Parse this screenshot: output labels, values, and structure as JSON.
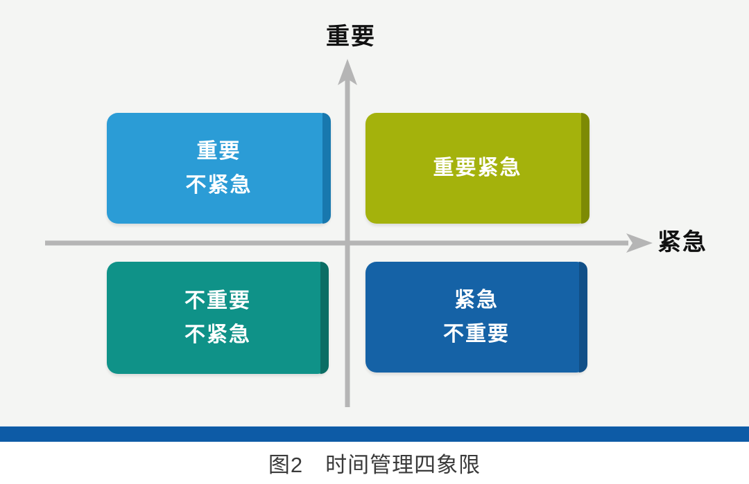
{
  "diagram": {
    "background_color": "#f4f5f3",
    "axes": {
      "vertical_label": "重要",
      "horizontal_label": "紧急",
      "line_color": "#b5b5b5"
    },
    "quadrants": {
      "top_left": {
        "label": "重要\n不紧急",
        "color": "#2b9cd6",
        "edge_color": "#1878ae"
      },
      "top_right": {
        "label": "重要紧急",
        "color": "#a4b20c",
        "edge_color": "#7d8a04"
      },
      "bottom_left": {
        "label": "不重要\n不紧急",
        "color": "#0f9288",
        "edge_color": "#0b6d64"
      },
      "bottom_right": {
        "label": "紧急\n不重要",
        "color": "#1562a6",
        "edge_color": "#114f87"
      }
    },
    "footer": {
      "bar_color": "#0d5ba6",
      "caption": "图2　时间管理四象限"
    }
  }
}
